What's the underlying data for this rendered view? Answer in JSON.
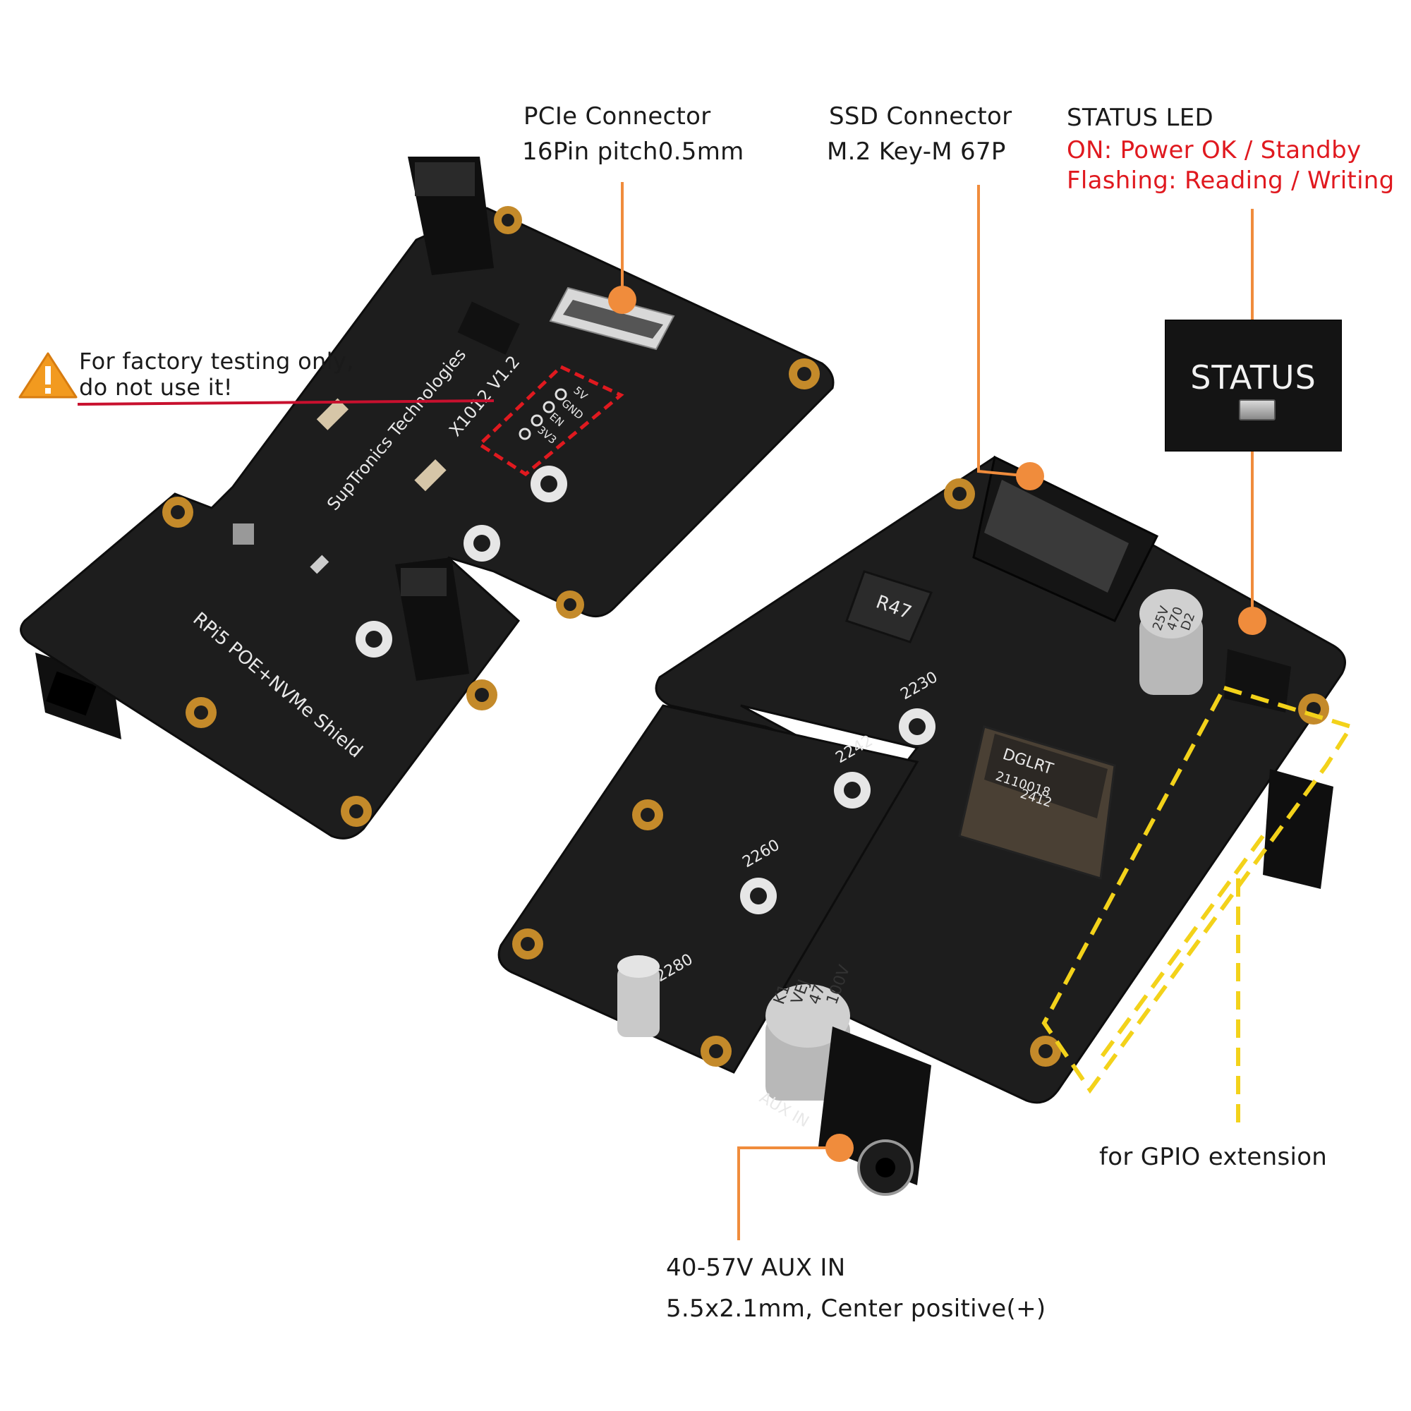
{
  "colors": {
    "pcb": "#1d1d1d",
    "pad_gold": "#c48a2a",
    "callout_orange": "#f08c3c",
    "highlight_red": "#e0191f",
    "gpio_yellow": "#f3d21a"
  },
  "callouts": {
    "pcie": {
      "title": "PCIe Connector",
      "detail": "16Pin pitch0.5mm"
    },
    "ssd": {
      "title": "SSD Connector",
      "detail": "M.2 Key-M 67P"
    },
    "status_led": {
      "title": "STATUS LED",
      "on_text": "ON: Power OK / Standby",
      "flash_text": "Flashing: Reading / Writing",
      "inset_label": "STATUS"
    },
    "factory": {
      "line1": "For factory testing only,",
      "line2": "do not use it!",
      "icon": "warning-icon"
    },
    "gpio": {
      "text": "for GPIO extension"
    },
    "aux": {
      "line1": "40-57V AUX IN",
      "line2": "5.5x2.1mm, Center positive(+)"
    }
  },
  "left_board": {
    "brand": "SupTronics Technologies",
    "model": "X1012  V1.2",
    "shield_name": "RPi5 POE+NVMe Shield",
    "test_pads": [
      "5V",
      "GND",
      "EN",
      "3V3"
    ]
  },
  "right_board": {
    "inductor": "R47",
    "hole_labels": [
      "2230",
      "2242",
      "2260",
      "2280"
    ],
    "aux_label": "AUX IN",
    "transformer_text": [
      "DGLRT",
      "2110018",
      "2412"
    ],
    "cap_small": [
      "D2",
      "470",
      "25V"
    ],
    "cap_large": [
      "K1",
      "VEJ",
      "47",
      "100V"
    ]
  }
}
